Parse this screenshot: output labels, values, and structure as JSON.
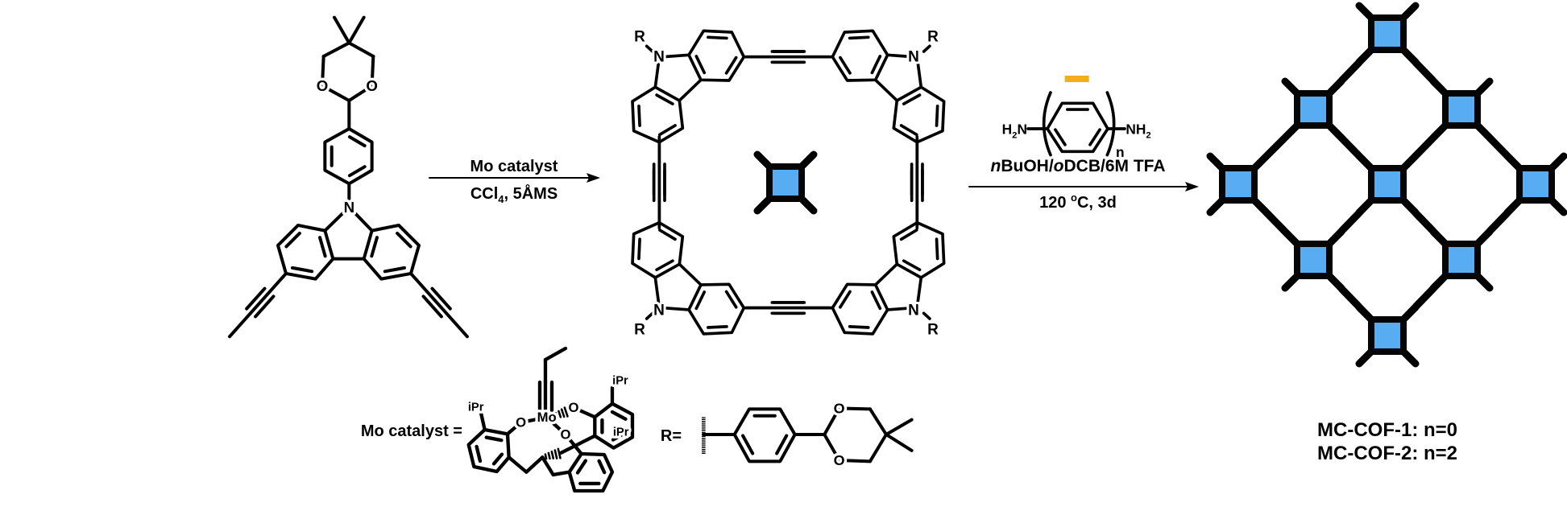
{
  "colors": {
    "node_fill": "#58ADF2",
    "node_border": "#050505",
    "linker": "#F5AD1F",
    "bond": "#000000"
  },
  "monomer": {
    "o1": "O",
    "o2": "O",
    "n": "N"
  },
  "arrow1": {
    "top": "Mo catalyst",
    "bottom_a": "CCl",
    "bottom_sub": "4",
    "bottom_b": ", 5ÅMS"
  },
  "macrocycle": {
    "n_labels": [
      "N",
      "N",
      "N",
      "N"
    ],
    "r_labels": [
      "R",
      "R",
      "R",
      "R"
    ]
  },
  "arrow2": {
    "amine_left_a": "H",
    "amine_left_sub": "2",
    "amine_left_b": "N",
    "amine_right_a": "NH",
    "amine_right_sub": "2",
    "repeat_n": "n",
    "solvent_n": "n",
    "solvent_a": "BuOH/",
    "solvent_o": "o",
    "solvent_b": "DCB/6M TFA",
    "temp_a": "120 ",
    "temp_sup": "o",
    "temp_b": "C, 3d"
  },
  "catalyst": {
    "label": "Mo catalyst =",
    "metal": "Mo",
    "o_left": "O",
    "o_right": "O",
    "o_lower": "O",
    "ipr_left": "iPr",
    "ipr_top": "iPr",
    "ipr_inner": "iPr"
  },
  "r_group": {
    "label": "R=",
    "o_top": "O",
    "o_bottom": "O"
  },
  "products": [
    "MC-COF-1: n=0",
    "MC-COF-2: n=2"
  ]
}
